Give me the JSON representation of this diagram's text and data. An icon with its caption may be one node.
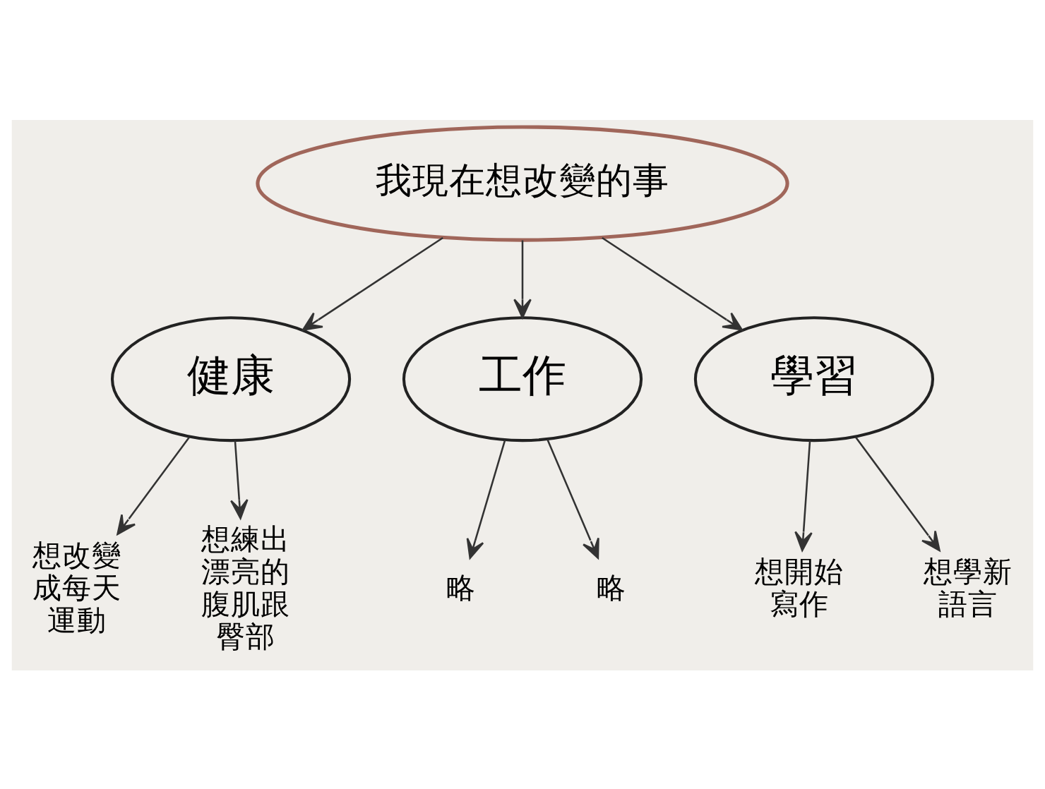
{
  "diagram": {
    "nodes": [
      {
        "text": [
          "我現在想改變的事"
        ]
      },
      {
        "text": [
          "健康"
        ]
      },
      {
        "text": [
          "工作"
        ]
      },
      {
        "text": [
          "學習"
        ]
      },
      {
        "text": [
          "想改變成每天運動"
        ]
      },
      {
        "text": [
          "想練出漂亮的腹肌跟臀部"
        ]
      },
      {
        "text": [
          "略"
        ]
      },
      {
        "text": [
          "略"
        ]
      },
      {
        "text": [
          "想開始寫作"
        ]
      },
      {
        "text": [
          "想學新語言"
        ]
      }
    ],
    "edges": [
      {
        "from": 0,
        "to": 1,
        "arrow": "to"
      },
      {
        "from": 0,
        "to": 2,
        "arrow": "to"
      },
      {
        "from": 0,
        "to": 3,
        "arrow": "to"
      },
      {
        "from": 1,
        "to": 4,
        "arrow": "to"
      },
      {
        "from": 1,
        "to": 5,
        "arrow": "to"
      },
      {
        "from": 2,
        "to": 6,
        "arrow": "to"
      },
      {
        "from": 2,
        "to": 7,
        "arrow": "to"
      },
      {
        "from": 3,
        "to": 8,
        "arrow": "to"
      },
      {
        "from": 3,
        "to": 9,
        "arrow": "to"
      }
    ]
  }
}
